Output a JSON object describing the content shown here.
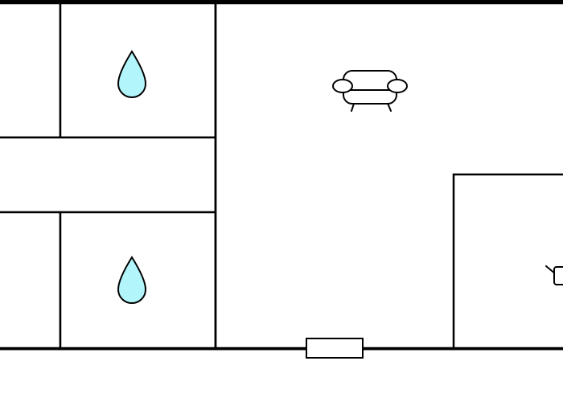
{
  "plan": {
    "colors": {
      "background": "#ffffff",
      "wall": "#000000",
      "water_fill": "#b2f5fb"
    },
    "rooms": [
      {
        "id": "closet-top-left"
      },
      {
        "id": "bathroom-top",
        "icon": "water-drop-icon"
      },
      {
        "id": "hallway-left"
      },
      {
        "id": "closet-bottom-left"
      },
      {
        "id": "bathroom-bottom",
        "icon": "water-drop-icon"
      },
      {
        "id": "living-room",
        "icon": "sofa-icon"
      },
      {
        "id": "kitchen",
        "icon": "kettle-icon"
      }
    ],
    "openings": [
      {
        "id": "entrance-door"
      }
    ]
  }
}
